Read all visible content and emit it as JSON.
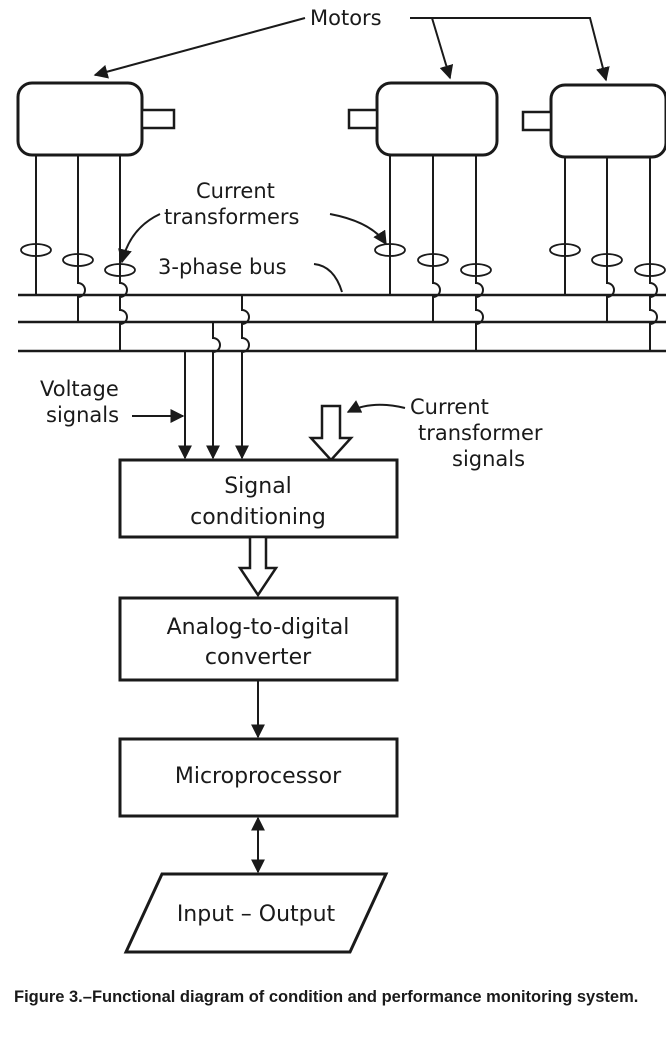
{
  "labels": {
    "motors": "Motors",
    "current_transformers_line1": "Current",
    "current_transformers_line2": "transformers",
    "bus": "3-phase bus",
    "voltage_signals_line1": "Voltage",
    "voltage_signals_line2": "signals",
    "ct_signals_line1": "Current",
    "ct_signals_line2": "transformer",
    "ct_signals_line3": "signals"
  },
  "blocks": {
    "signal_conditioning_line1": "Signal",
    "signal_conditioning_line2": "conditioning",
    "adc_line1": "Analog-to-digital",
    "adc_line2": "converter",
    "microprocessor": "Microprocessor",
    "io": "Input – Output"
  },
  "caption": "Figure 3.–Functional diagram of condition and performance monitoring system."
}
